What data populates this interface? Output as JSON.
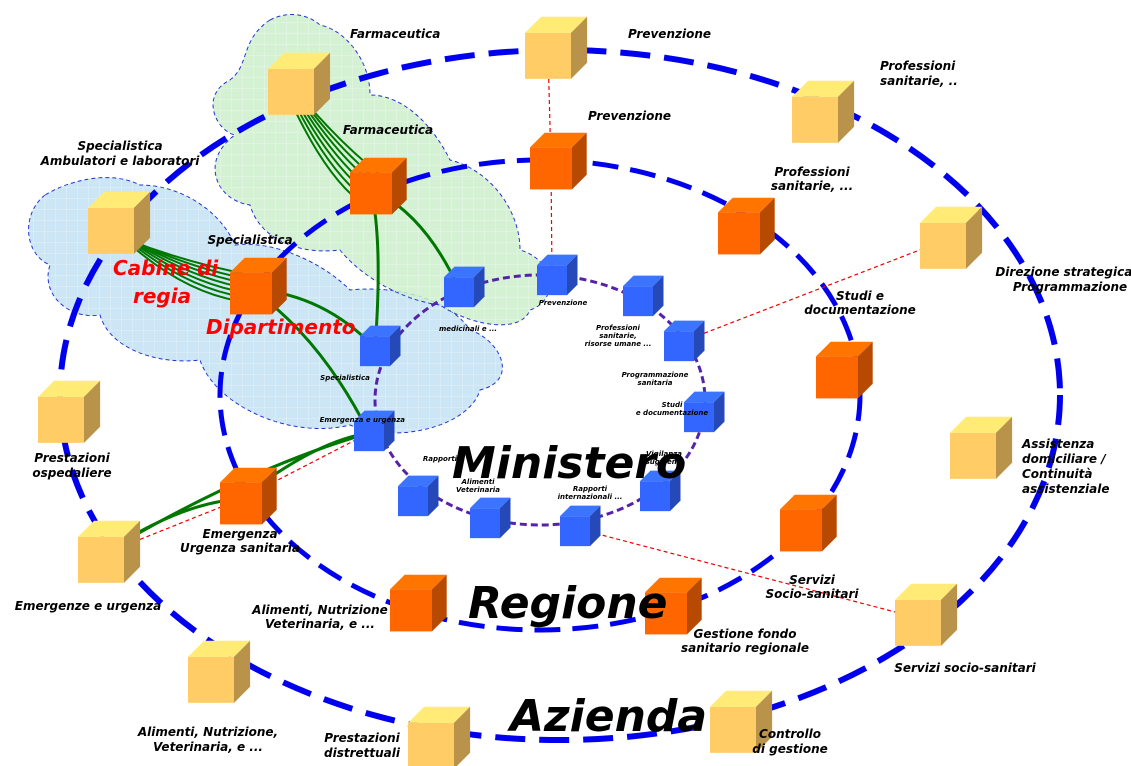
{
  "levels": {
    "ministero": "Ministero",
    "regione": "Regione",
    "azienda": "Azienda"
  },
  "overlay": {
    "cabine_line1": "Cabine di",
    "cabine_line2": "regia",
    "dipartimento": "Dipartimento"
  },
  "azienda_nodes": [
    {
      "lines": [
        "Farmaceutica"
      ]
    },
    {
      "lines": [
        "Prevenzione"
      ]
    },
    {
      "lines": [
        "Professioni",
        "sanitarie, .."
      ]
    },
    {
      "lines": [
        "Specialistica",
        "Ambulatori e laboratori"
      ]
    },
    {
      "lines": [
        "Direzione strategica e",
        "Programmazione"
      ]
    },
    {
      "lines": [
        "Prestazioni",
        "ospedaliere"
      ]
    },
    {
      "lines": [
        "Assistenza",
        "domiciliare /",
        "Continuità",
        "assistenziale"
      ]
    },
    {
      "lines": [
        "Emergenze e urgenza"
      ]
    },
    {
      "lines": [
        "Servizi socio-sanitari"
      ]
    },
    {
      "lines": [
        "Alimenti, Nutrizione,",
        "Veterinaria, e ..."
      ]
    },
    {
      "lines": [
        "Prestazioni",
        "distrettuali"
      ]
    },
    {
      "lines": [
        "Controllo",
        "di gestione"
      ]
    }
  ],
  "regione_nodes": [
    {
      "lines": [
        "Farmaceutica"
      ]
    },
    {
      "lines": [
        "Prevenzione"
      ]
    },
    {
      "lines": [
        "Professioni",
        "sanitarie, ..."
      ]
    },
    {
      "lines": [
        "Specialistica"
      ]
    },
    {
      "lines": [
        "Studi e",
        "documentazione"
      ]
    },
    {
      "lines": [
        "Emergenza",
        "Urgenza sanitaria"
      ]
    },
    {
      "lines": [
        "Servizi",
        "Socio-sanitari"
      ]
    },
    {
      "lines": [
        "Alimenti, Nutrizione",
        "Veterinaria, e ..."
      ]
    },
    {
      "lines": [
        "Gestione fondo",
        "sanitario regionale"
      ]
    }
  ],
  "ministero_nodes": [
    {
      "lines": [
        "Prevenzione"
      ]
    },
    {
      "lines": [
        "medicinali e ..."
      ]
    },
    {
      "lines": [
        "Professioni",
        "sanitarie,",
        "risorse umane ..."
      ]
    },
    {
      "lines": [
        "Programmazione",
        "sanitaria"
      ]
    },
    {
      "lines": [
        "Specialistica"
      ]
    },
    {
      "lines": [
        "Studi",
        "e documentazione"
      ]
    },
    {
      "lines": [
        "Emergenza e urgenza"
      ]
    },
    {
      "lines": [
        "Rapporti"
      ]
    },
    {
      "lines": [
        "Vigilanza",
        "sugli enti"
      ]
    },
    {
      "lines": [
        "Alimenti",
        "Veterinaria"
      ]
    },
    {
      "lines": [
        "Rapporti",
        "internazionali ..."
      ]
    }
  ],
  "colors": {
    "azienda_cube": "#ffcc66",
    "regione_cube": "#ff6600",
    "ministero_cube": "#3366ff",
    "ring": "#0000ee",
    "inner_ring": "#6633aa",
    "link": "#007700",
    "dashed_link": "#ee0000",
    "cloud_green": "#cceecc",
    "cloud_blue": "#cce6f5",
    "overlay_text": "#ff0000"
  }
}
